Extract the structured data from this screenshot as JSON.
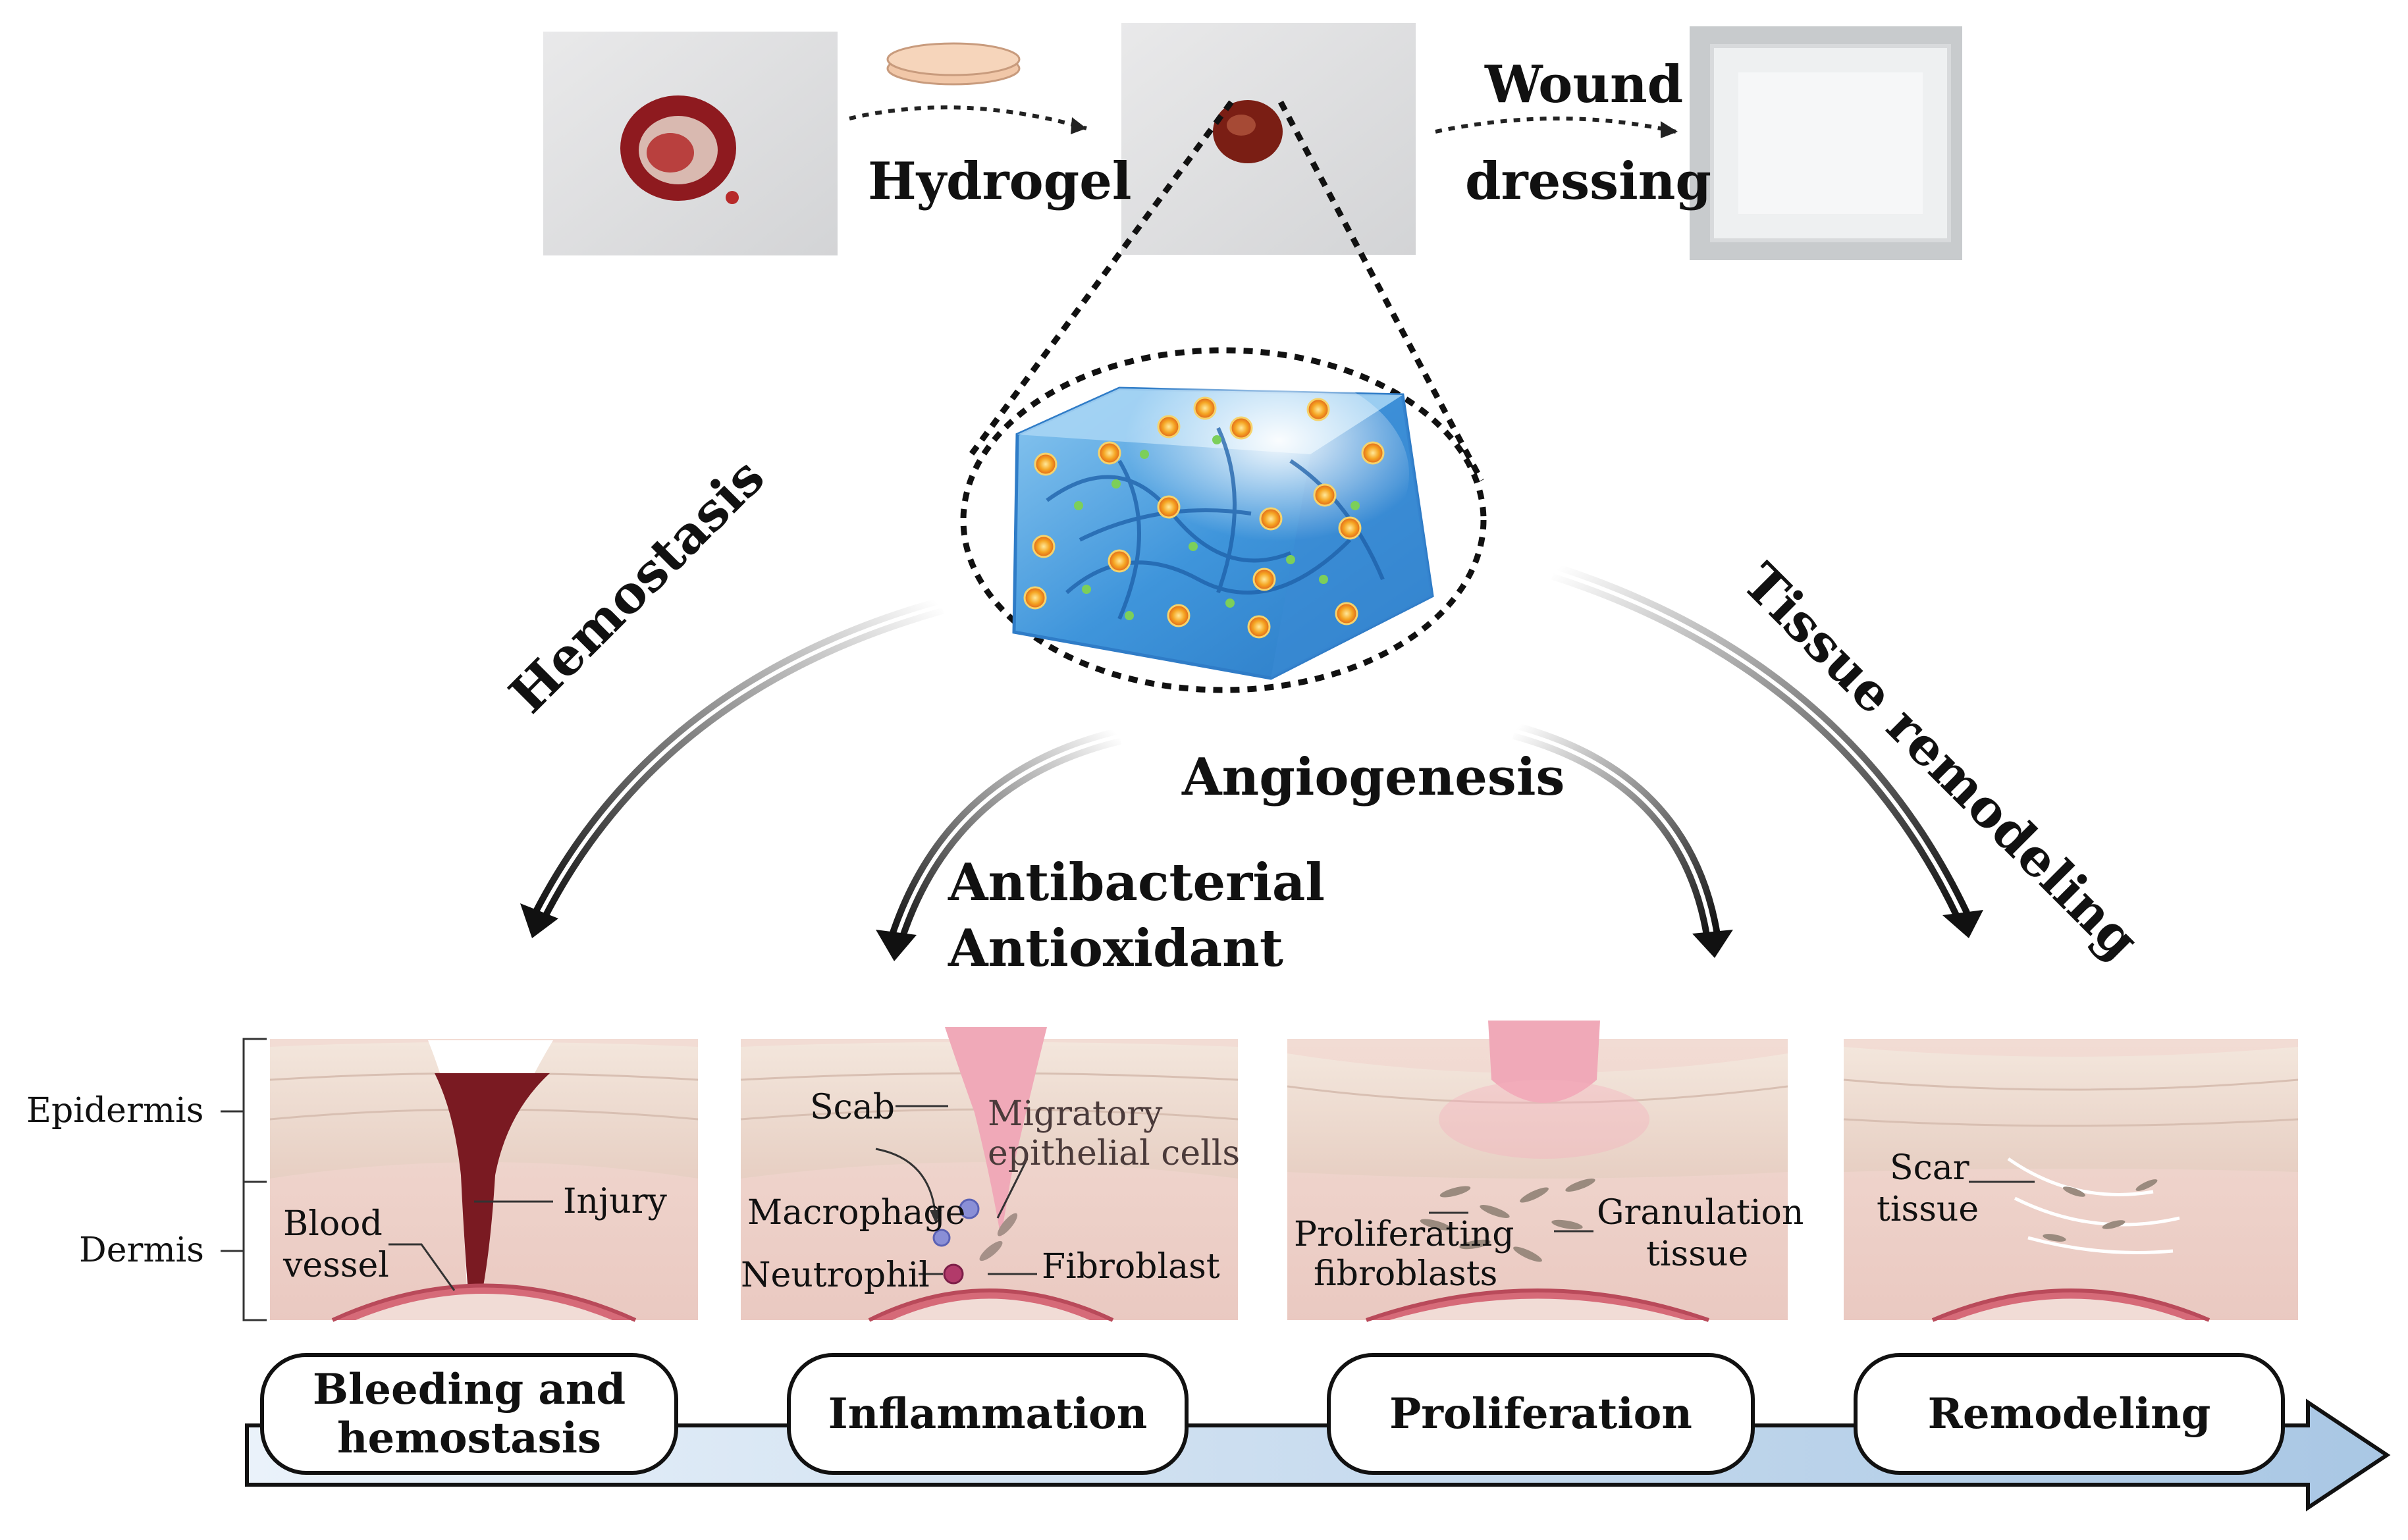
{
  "top_photos": {
    "arrow1_label": "Hydrogel",
    "arrow2_label_line1": "Wound",
    "arrow2_label_line2": "dressing"
  },
  "functions": {
    "hemostasis": "Hemostasis",
    "angiogenesis": "Angiogenesis",
    "antibacterial": "Antibacterial",
    "antioxidant": "Antioxidant",
    "tissue_remodeling": "Tissue remodeling"
  },
  "layers": {
    "epidermis": "Epidermis",
    "dermis": "Dermis"
  },
  "panels": {
    "p1": {
      "injury": "Injury",
      "blood_vessel_1": "Blood",
      "blood_vessel_2": "vessel"
    },
    "p2": {
      "scab": "Scab",
      "migratory_1": "Migratory",
      "migratory_2": "epithelial cells",
      "macrophage": "Macrophage",
      "neutrophil": "Neutrophil",
      "fibroblast": "Fibroblast"
    },
    "p3": {
      "prolif_1": "Proliferating",
      "prolif_2": "fibroblasts",
      "gran_1": "Granulation",
      "gran_2": "tissue"
    },
    "p4": {
      "scar_1": "Scar",
      "scar_2": "tissue"
    }
  },
  "stages": {
    "s1_line1": "Bleeding and",
    "s1_line2": "hemostasis",
    "s2": "Inflammation",
    "s3": "Proliferation",
    "s4": "Remodeling"
  },
  "colors": {
    "hydrogel_blue": "#4aa3e0",
    "skin_pink": "#f1dcd6",
    "blood_dark": "#7a1a22",
    "arrow_fill": "#cfe0f0"
  }
}
